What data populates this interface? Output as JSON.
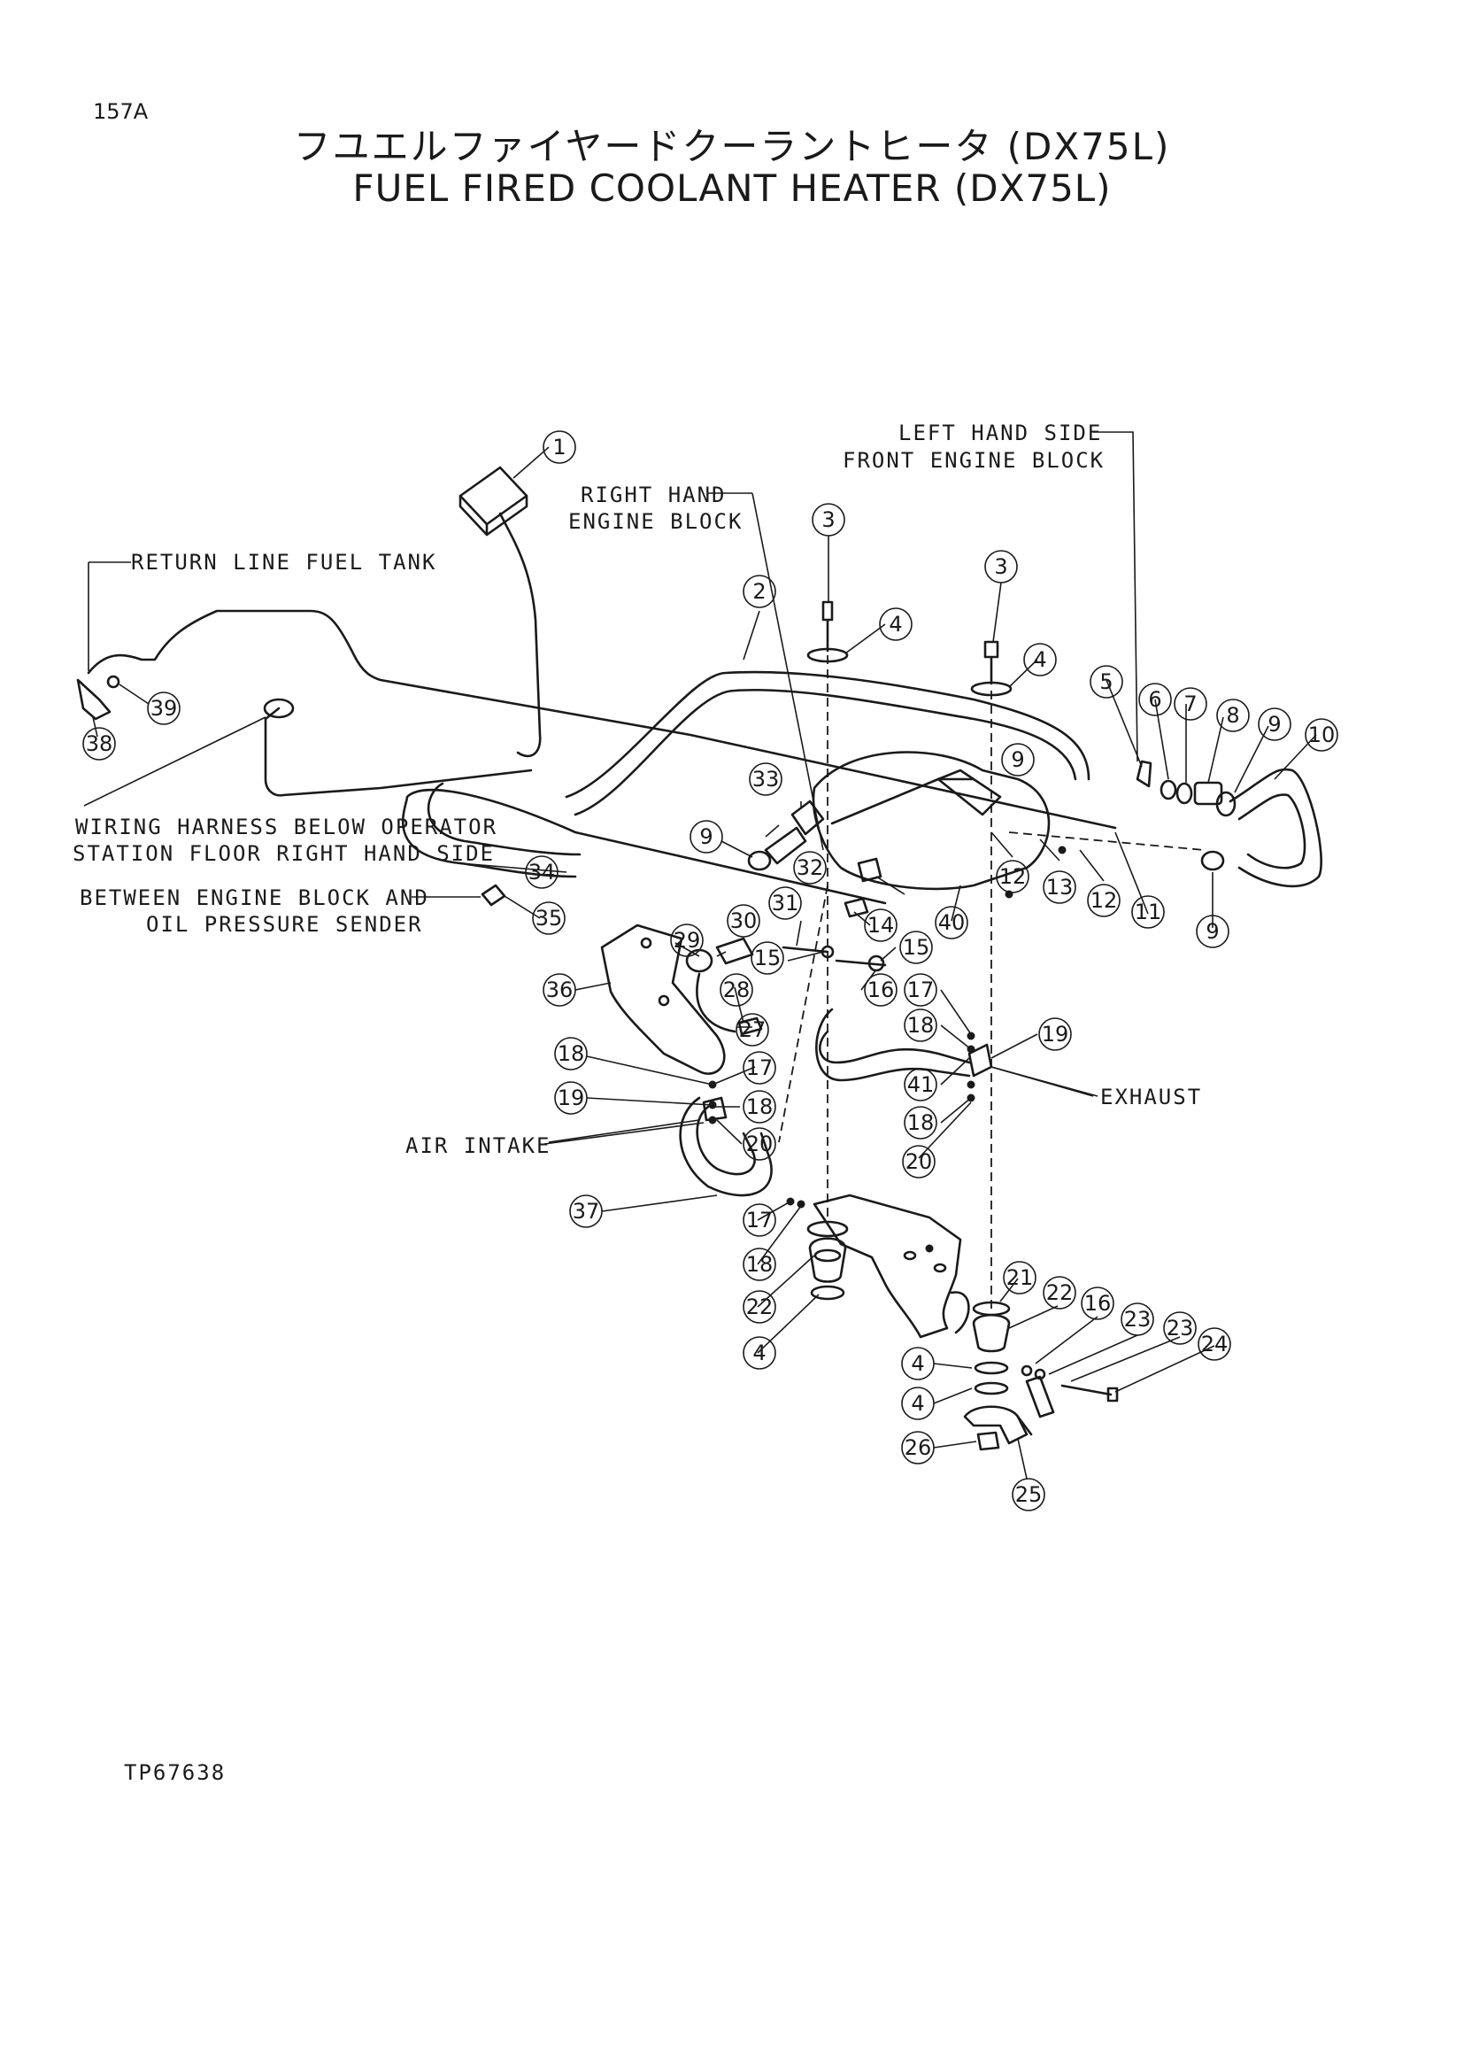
{
  "page_number": "157A",
  "title_jp": "フユエルファイヤードクーラントヒータ (DX75L)",
  "title_en": "FUEL FIRED COOLANT HEATER (DX75L)",
  "figure_id": "TP67638",
  "notes": {
    "return_line": "RETURN LINE FUEL TANK",
    "right_hand_1": "RIGHT HAND",
    "right_hand_2": "ENGINE BLOCK",
    "left_hand_1": "LEFT HAND SIDE",
    "left_hand_2": "FRONT ENGINE BLOCK",
    "wiring_1": "WIRING HARNESS BELOW OPERATOR",
    "wiring_2": "STATION FLOOR RIGHT HAND SIDE",
    "between_1": "BETWEEN ENGINE BLOCK AND",
    "between_2": "OIL PRESSURE SENDER",
    "air_intake": "AIR INTAKE",
    "exhaust": "EXHAUST"
  },
  "callouts": [
    "1",
    "2",
    "3",
    "3",
    "4",
    "4",
    "5",
    "6",
    "7",
    "8",
    "9",
    "10",
    "9",
    "33",
    "9",
    "32",
    "34",
    "35",
    "12",
    "13",
    "12",
    "11",
    "9",
    "40",
    "31",
    "30",
    "29",
    "14",
    "15",
    "15",
    "16",
    "36",
    "28",
    "27",
    "17",
    "18",
    "19",
    "18",
    "17",
    "19",
    "18",
    "20",
    "41",
    "18",
    "20",
    "37",
    "17",
    "18",
    "22",
    "4",
    "21",
    "22",
    "16",
    "23",
    "23",
    "24",
    "4",
    "4",
    "26",
    "25",
    "39",
    "38"
  ]
}
